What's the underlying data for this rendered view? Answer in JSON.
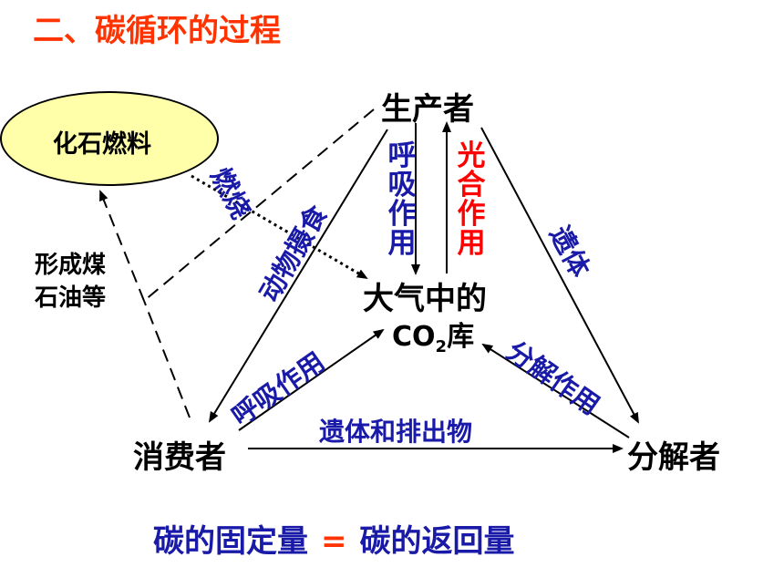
{
  "title": "二、碳循环的过程",
  "nodes": {
    "producer": "生产者",
    "atmosphere_line1": "大气中的",
    "atmosphere_co": "CO",
    "atmosphere_sub": "2",
    "atmosphere_tail": "库",
    "consumer": "消费者",
    "decomposer": "分解者",
    "fossil_fuel": "化石燃料"
  },
  "labels": {
    "respiration_producer": "呼吸作用",
    "photosynthesis": "光合作用",
    "animal_feeding": "动物摄食",
    "remains_producer": "遗体",
    "combustion": "燃烧",
    "respiration_consumer": "呼吸作用",
    "decomposition": "分解作用",
    "remains_excreta": "遗体和排出物",
    "form_coal_line1": "形成煤",
    "form_coal_line2": "石油等"
  },
  "formula": {
    "left": "碳的固定量",
    "equals": "=",
    "right": "碳的返回量"
  },
  "colors": {
    "title": "#ff3300",
    "blue_text": "#1a1aa8",
    "red_text": "#ff0000",
    "fossil_fill": "#ffffaa"
  }
}
